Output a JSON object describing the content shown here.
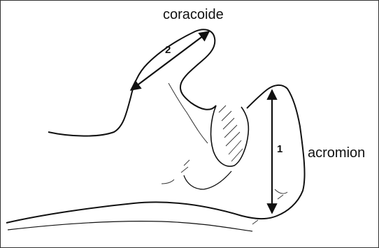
{
  "labels": {
    "coracoid": "coracoide",
    "acromion": "acromion"
  },
  "measures": [
    {
      "id": "1",
      "text": "1"
    },
    {
      "id": "2",
      "text": "2"
    }
  ],
  "colors": {
    "ink": "#111111",
    "background": "#ffffff",
    "frame": "#333333"
  }
}
